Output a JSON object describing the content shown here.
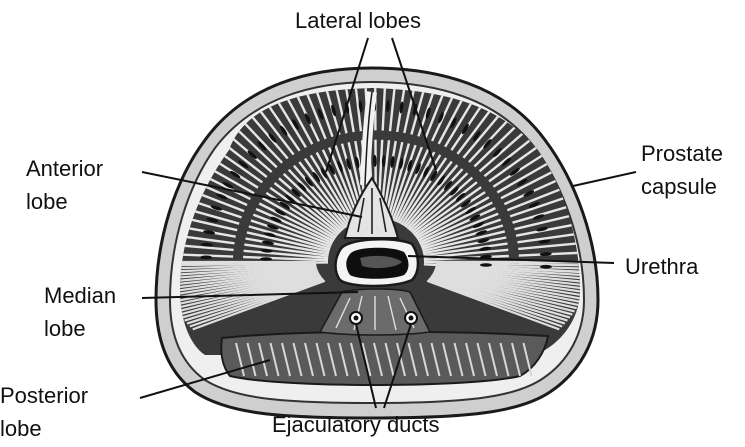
{
  "labels": {
    "lateral_lobes": "Lateral lobes",
    "anterior_lobe": [
      "Anterior",
      "lobe"
    ],
    "prostate_capsule": [
      "Prostate",
      "capsule"
    ],
    "urethra": "Urethra",
    "median_lobe": [
      "Median",
      "lobe"
    ],
    "posterior_lobe": [
      "Posterior",
      "lobe"
    ],
    "ejaculatory_ducts": "Ejaculatory ducts"
  },
  "colors": {
    "ink": "#111111",
    "background": "#ffffff",
    "tissue_dark": "#2a2a2a",
    "tissue_light": "#d9d9d9"
  }
}
